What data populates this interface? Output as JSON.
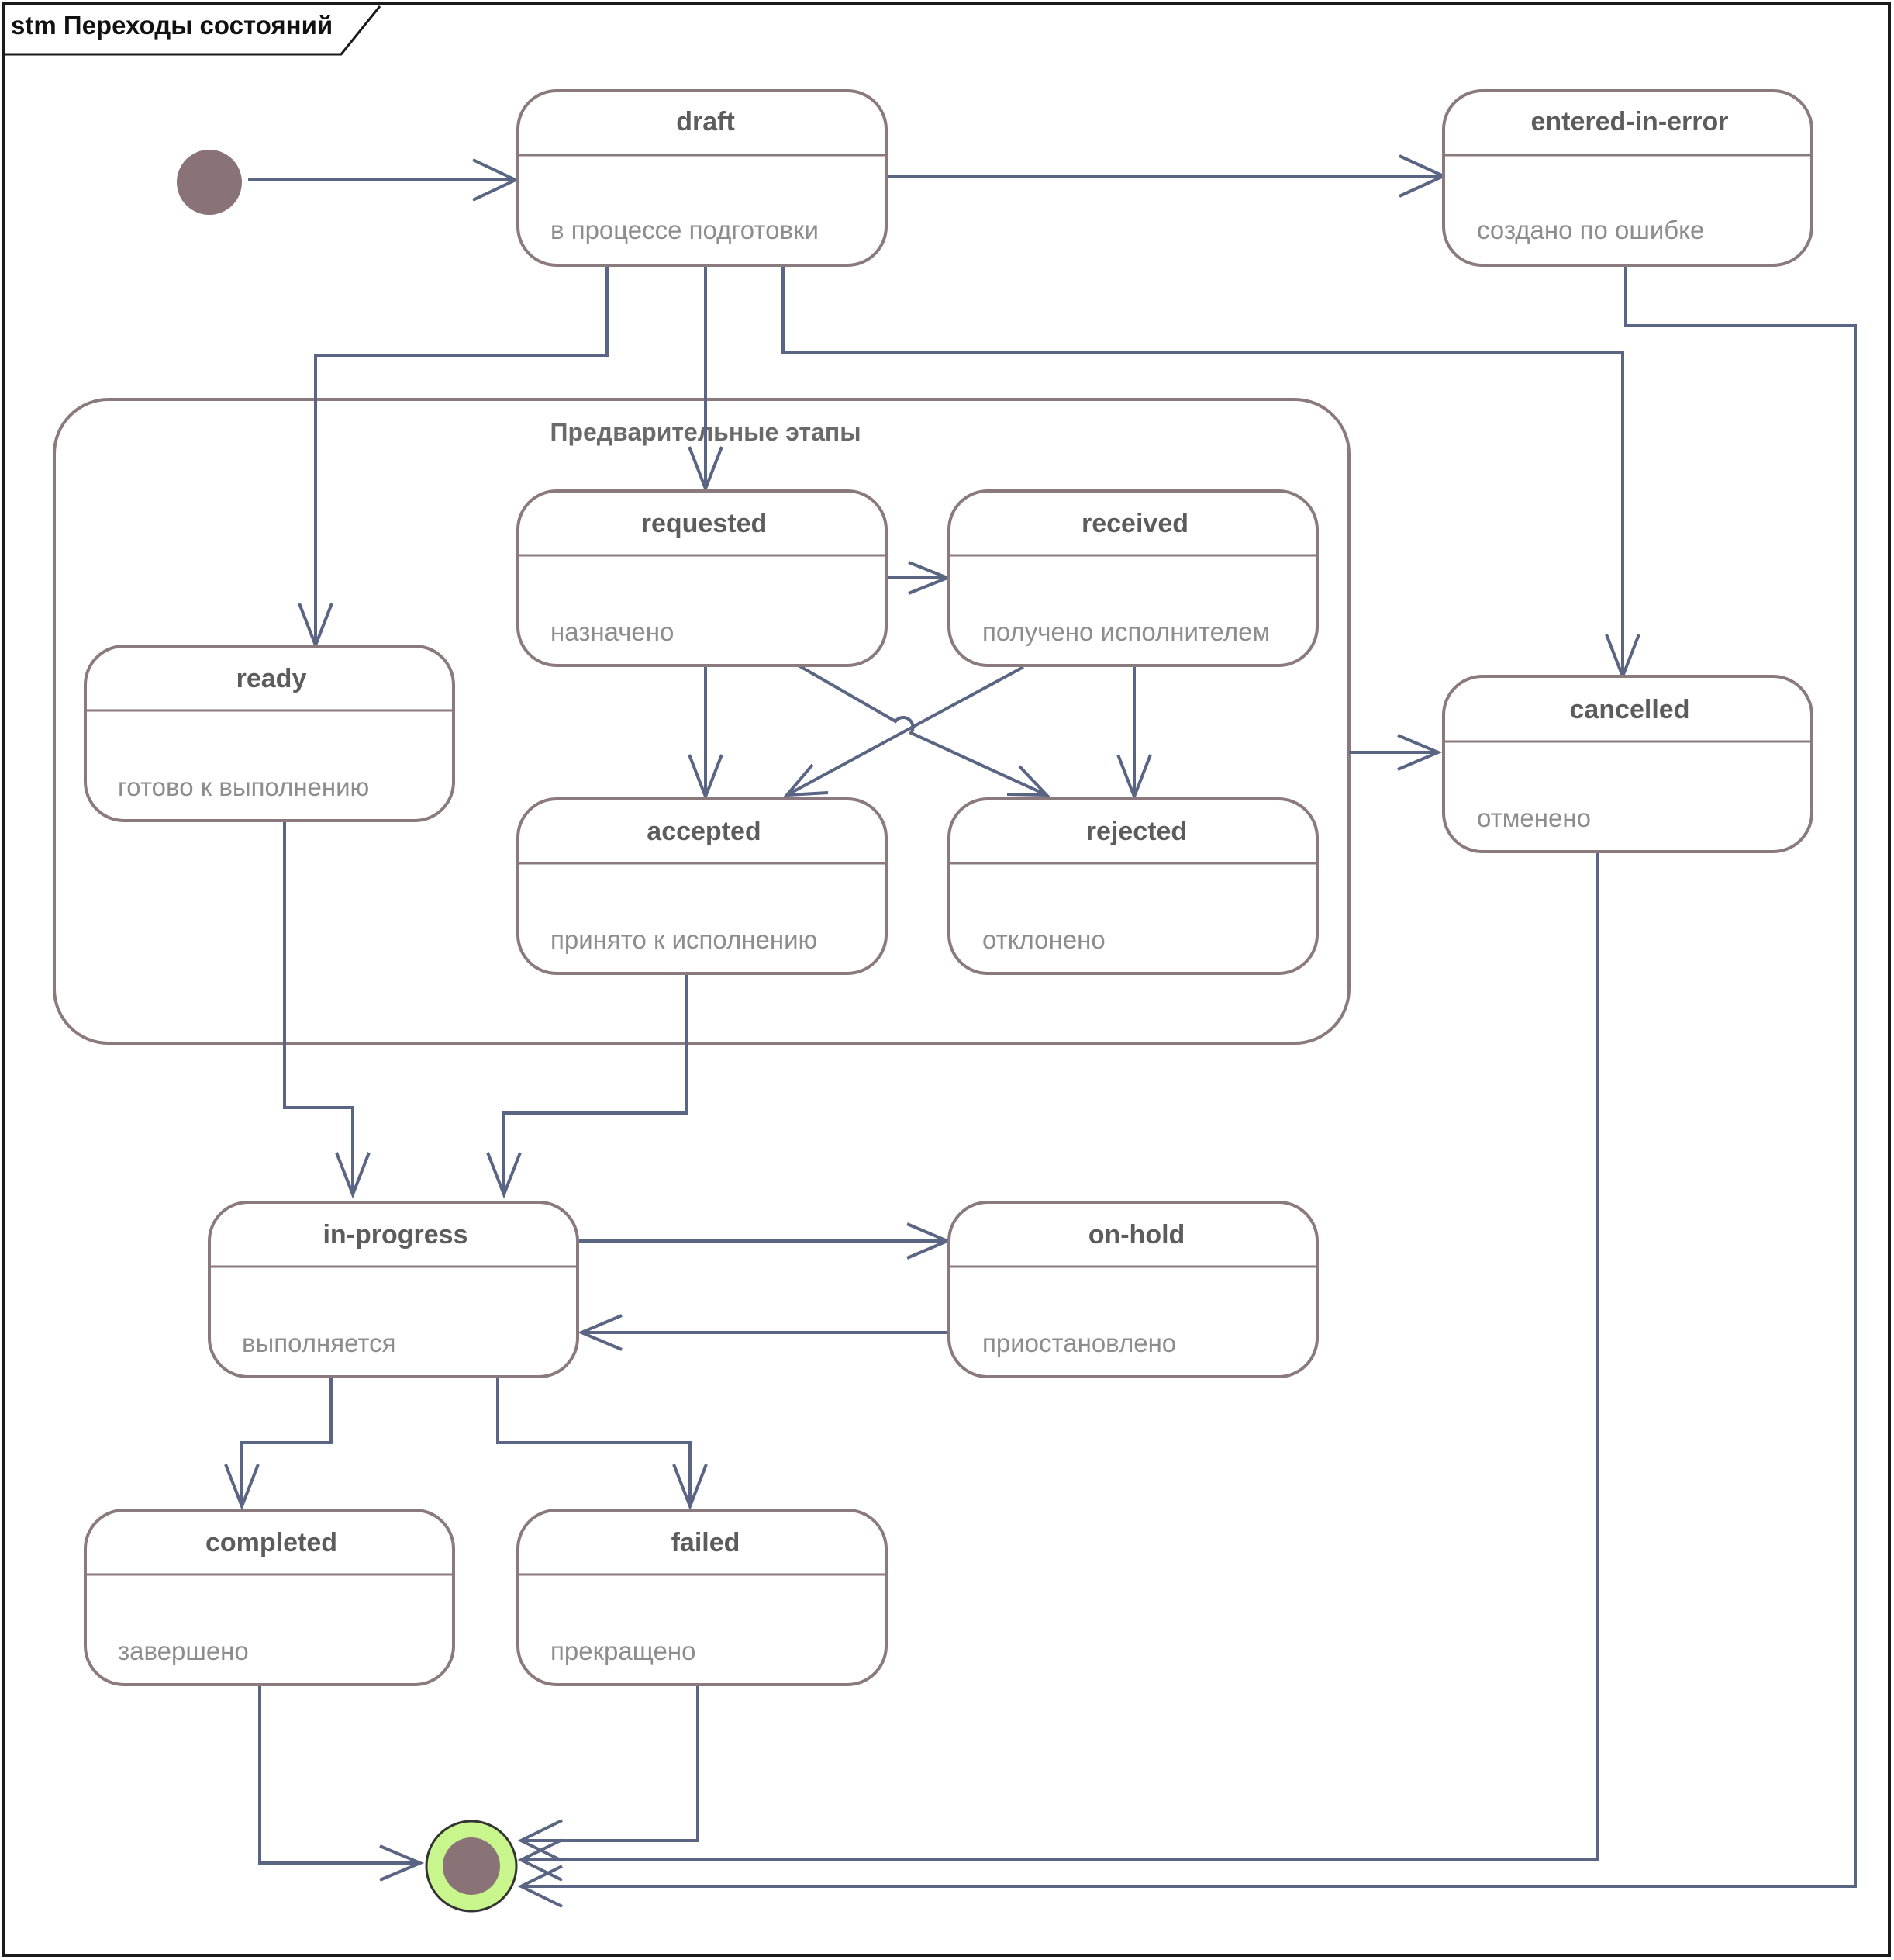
{
  "frame": {
    "title": "stm Переходы состояний"
  },
  "region": {
    "title": "Предварительные этапы"
  },
  "states": {
    "draft": {
      "name": "draft",
      "desc": "в процессе подготовки",
      "fill": "#ffffff"
    },
    "entered_in_error": {
      "name": "entered-in-error",
      "desc": "создано по ошибке",
      "fill": "#ffffff"
    },
    "requested": {
      "name": "requested",
      "desc": "назначено",
      "fill": "#ffffff"
    },
    "received": {
      "name": "received",
      "desc": "получено исполнителем",
      "fill": "#ffffff"
    },
    "ready": {
      "name": "ready",
      "desc": "готово к выполнению",
      "fill": "#ffffff"
    },
    "cancelled": {
      "name": "cancelled",
      "desc": "отменено",
      "fill": "#ffffff"
    },
    "accepted": {
      "name": "accepted",
      "desc": "принято к исполнению",
      "fill": "#ffffff"
    },
    "rejected": {
      "name": "rejected",
      "desc": "отклонено",
      "fill": "#ffffff"
    },
    "in_progress": {
      "name": "in-progress",
      "desc": "выполняется",
      "fill": "#ffffff"
    },
    "on_hold": {
      "name": "on-hold",
      "desc": "приостановлено",
      "fill": "#fdfbc6"
    },
    "completed": {
      "name": "completed",
      "desc": "завершено",
      "fill": "#ffffff"
    },
    "failed": {
      "name": "failed",
      "desc": "прекращено",
      "fill": "#ffffff"
    }
  },
  "colors": {
    "state_border": "#8a7a7d",
    "transition": "#5a6583",
    "initial_node": "#8a7377",
    "final_ring": "#c8f58c",
    "on_hold_fill": "#fdfbc6"
  }
}
